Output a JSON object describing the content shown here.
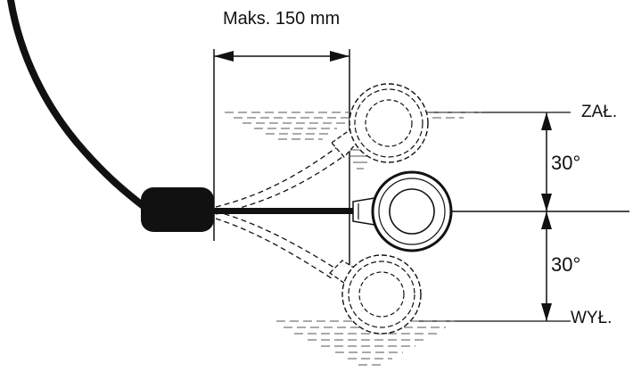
{
  "diagram": {
    "dimension_label": "Maks. 150 mm",
    "switch_on_label": "ZAŁ.",
    "switch_off_label": "WYŁ.",
    "angle_up_label": "30°",
    "angle_down_label": "30°",
    "line_color": "#111111"
  }
}
